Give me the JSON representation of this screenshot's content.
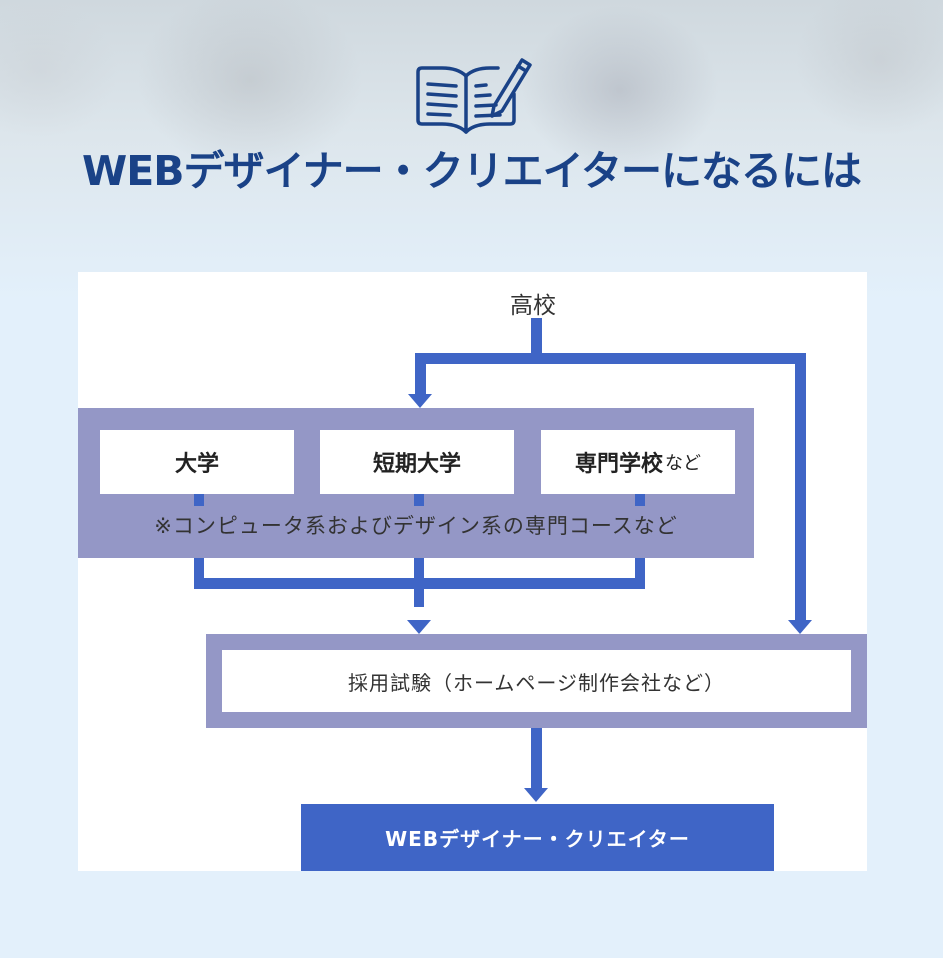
{
  "header": {
    "icon": "book-pen-icon",
    "title": "WEBデザイナー・クリエイターになるには"
  },
  "diagram": {
    "start": "高校",
    "schools": [
      {
        "label": "大学",
        "suffix": ""
      },
      {
        "label": "短期大学",
        "suffix": ""
      },
      {
        "label": "専門学校",
        "suffix": "など"
      }
    ],
    "note": "※コンピュータ系およびデザイン系の専門コースなど",
    "exam": "採用試験（ホームページ制作会社など）",
    "result": "WEBデザイナー・クリエイター"
  },
  "colors": {
    "title": "#1a4287",
    "arrow": "#3f65c6",
    "band": "#9497c6",
    "background": "#e3f0fb"
  }
}
